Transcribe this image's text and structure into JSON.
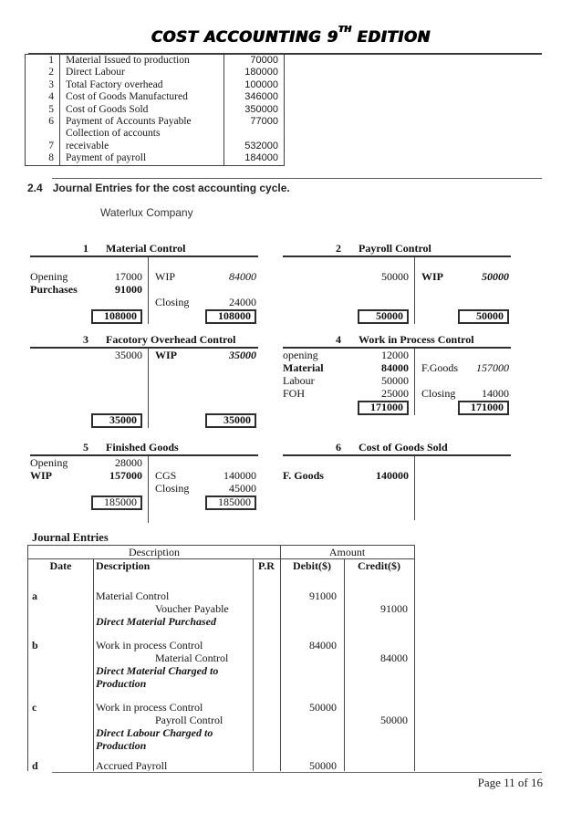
{
  "title": {
    "prefix": "COST ACCOUNTING 9",
    "sup": "TH",
    "suffix": " EDITION"
  },
  "summary": {
    "rows": [
      {
        "no": "1",
        "desc": "Material Issued to production",
        "amount": "70000"
      },
      {
        "no": "2",
        "desc": "Direct Labour",
        "amount": "180000"
      },
      {
        "no": "3",
        "desc": "Total Factory overhead",
        "amount": "100000"
      },
      {
        "no": "4",
        "desc": "Cost of Goods Manufactured",
        "amount": "346000"
      },
      {
        "no": "5",
        "desc": "Cost of Goods Sold",
        "amount": "350000"
      },
      {
        "no": "6",
        "desc": "Payment of Accounts Payable",
        "amount": "77000"
      },
      {
        "no": "",
        "desc": "Collection of accounts",
        "amount": ""
      },
      {
        "no": "7",
        "desc": "receivable",
        "amount": "532000"
      },
      {
        "no": "8",
        "desc": "Payment of payroll",
        "amount": "184000"
      }
    ]
  },
  "section": {
    "number": "2.4",
    "title": "Journal Entries for the cost accounting cycle.",
    "company": "Waterlux Company"
  },
  "t_accounts": [
    {
      "num": "1",
      "title": "Material Control",
      "left": [
        {
          "label": "Opening",
          "value": "17000"
        },
        {
          "label": "Purchases",
          "value": "91000"
        }
      ],
      "right": [
        {
          "label": "WIP",
          "value": "84000"
        },
        {
          "label": "Closing",
          "value": "24000"
        }
      ],
      "total_left": "108000",
      "total_right": "108000"
    },
    {
      "num": "2",
      "title": "Payroll Control",
      "left": [
        {
          "label": "",
          "value": "50000"
        }
      ],
      "right": [
        {
          "label": "WIP",
          "value": "50000"
        }
      ],
      "total_left": "50000",
      "total_right": "50000"
    },
    {
      "num": "3",
      "title": "Facotory Overhead Control",
      "left": [
        {
          "label": "",
          "value": "35000"
        }
      ],
      "right": [
        {
          "label": "WIP",
          "value": "35000"
        }
      ],
      "total_left": "35000",
      "total_right": "35000"
    },
    {
      "num": "4",
      "title": "Work in Process Control",
      "left": [
        {
          "label": "opening",
          "value": "12000"
        },
        {
          "label": "Material",
          "value": "84000"
        },
        {
          "label": "Labour",
          "value": "50000"
        },
        {
          "label": "FOH",
          "value": "25000"
        }
      ],
      "right": [
        {
          "label": "F.Goods",
          "value": "157000"
        },
        {
          "label": "Closing",
          "value": "14000"
        }
      ],
      "total_left": "171000",
      "total_right": "171000"
    },
    {
      "num": "5",
      "title": "Finished Goods",
      "left": [
        {
          "label": "Opening",
          "value": "28000"
        },
        {
          "label": "WIP",
          "value": "157000"
        }
      ],
      "right": [
        {
          "label": "CGS",
          "value": "140000"
        },
        {
          "label": "Closing",
          "value": "45000"
        }
      ],
      "total_left": "185000",
      "total_right": "185000"
    },
    {
      "num": "6",
      "title": "Cost of Goods Sold",
      "left": [
        {
          "label": "F. Goods",
          "value": "140000"
        }
      ],
      "right": [],
      "total_left": "",
      "total_right": ""
    }
  ],
  "journal": {
    "heading": "Journal Entries",
    "group": {
      "description": "Description",
      "amount": "Amount"
    },
    "columns": [
      "Date",
      "Description",
      "P.R",
      "Debit($)",
      "Credit($)"
    ],
    "entries": [
      {
        "letter": "a",
        "debit_account": "Material Control",
        "debit": "91000",
        "credit_account": "Voucher Payable",
        "credit": "91000",
        "memo": "Direct Material Purchased"
      },
      {
        "letter": "b",
        "debit_account": "Work in process Control",
        "debit": "84000",
        "credit_account": "Material Control",
        "credit": "84000",
        "memo": "Direct Material Charged to Production"
      },
      {
        "letter": "c",
        "debit_account": "Work in process Control",
        "debit": "50000",
        "credit_account": "Payroll Control",
        "credit": "50000",
        "memo": "Direct Labour Charged to Production"
      },
      {
        "letter": "d",
        "debit_account": "Accrued Payroll",
        "debit": "50000",
        "credit_account": "",
        "credit": "",
        "memo": ""
      }
    ]
  },
  "footer": {
    "text": "Page 11 of 16"
  }
}
